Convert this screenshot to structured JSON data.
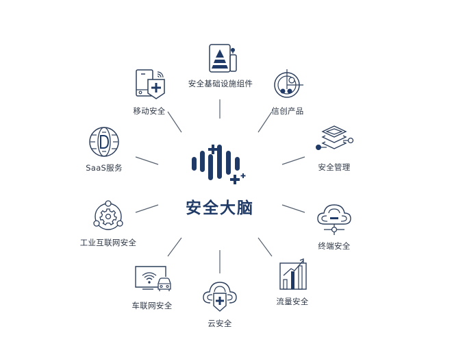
{
  "center": {
    "title": "安全大脑",
    "icon": "brain-waveform-icon"
  },
  "colors": {
    "primary": "#1f3a66",
    "line": "#4a5568",
    "text": "#2c3645",
    "background": "#ffffff"
  },
  "nodes": [
    {
      "id": "infra",
      "label": "安全基础设施组件",
      "icon": "traffic-cone-icon"
    },
    {
      "id": "xinchuang",
      "label": "信创产品",
      "icon": "target-crosshair-icon"
    },
    {
      "id": "mgmt",
      "label": "安全管理",
      "icon": "stacked-layers-icon"
    },
    {
      "id": "terminal",
      "label": "终端安全",
      "icon": "cloud-node-icon"
    },
    {
      "id": "traffic",
      "label": "流量安全",
      "icon": "bar-chart-trend-icon"
    },
    {
      "id": "cloud",
      "label": "云安全",
      "icon": "cloud-shield-icon"
    },
    {
      "id": "iov",
      "label": "车联网安全",
      "icon": "screen-wifi-car-icon"
    },
    {
      "id": "iiot",
      "label": "工业互联网安全",
      "icon": "gear-network-icon"
    },
    {
      "id": "saas",
      "label": "SaaS服务",
      "icon": "globe-d-icon"
    },
    {
      "id": "mobile",
      "label": "移动安全",
      "icon": "phone-shield-icon"
    }
  ]
}
